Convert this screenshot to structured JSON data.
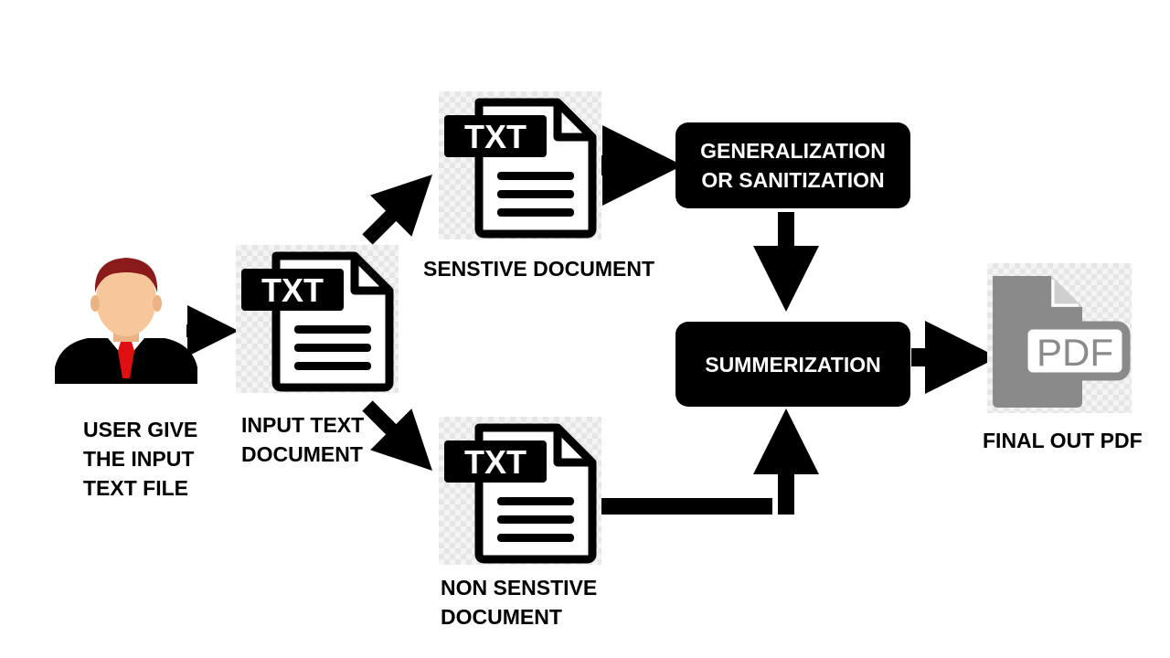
{
  "labels": {
    "user": "USER GIVE\nTHE INPUT\nTEXT FILE",
    "input_doc": "INPUT TEXT\nDOCUMENT",
    "sensitive_doc": "SENSTIVE DOCUMENT",
    "non_sensitive_doc": "NON SENSTIVE\nDOCUMENT",
    "final": "FINAL OUT PDF"
  },
  "boxes": {
    "generalization": "GENERALIZATION\nOR SANITIZATION",
    "summarization": "SUMMERIZATION"
  },
  "icons": {
    "txt_badge": "TXT",
    "pdf_badge": "PDF",
    "user_icon": "businessman-icon",
    "doc_icon": "txt-file-icon",
    "pdf_icon": "pdf-file-icon"
  },
  "colors": {
    "ink": "#000000",
    "hair": "#8b1a1a",
    "skin": "#f6c79a",
    "tie": "#e01010",
    "pdf_gray": "#8a8a8a"
  }
}
